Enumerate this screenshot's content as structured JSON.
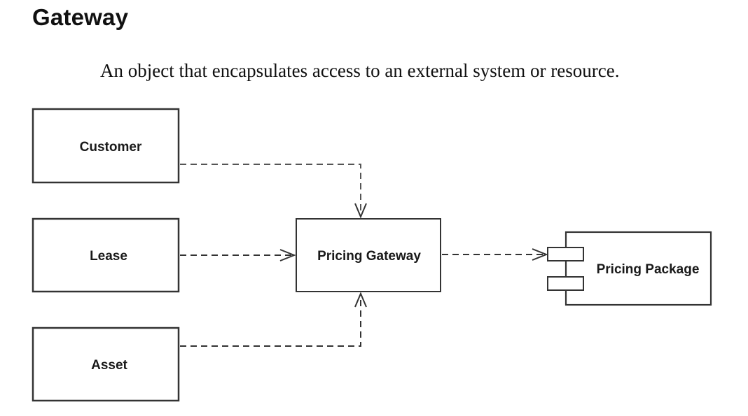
{
  "title": "Gateway",
  "subtitle": "An object that encapsulates access to an external system or resource.",
  "diagram": {
    "nodes": {
      "customer": "Customer",
      "lease": "Lease",
      "asset": "Asset",
      "gateway": "Pricing Gateway",
      "package": "Pricing Package"
    },
    "edges": [
      {
        "from": "Customer",
        "to": "Pricing Gateway",
        "style": "dashed-arrow"
      },
      {
        "from": "Lease",
        "to": "Pricing Gateway",
        "style": "dashed-arrow"
      },
      {
        "from": "Asset",
        "to": "Pricing Gateway",
        "style": "dashed-arrow"
      },
      {
        "from": "Pricing Gateway",
        "to": "Pricing Package",
        "style": "dashed-arrow"
      }
    ],
    "colors": {
      "stroke": "#333333",
      "text": "#1a1a1a",
      "dash": "#555555"
    }
  }
}
